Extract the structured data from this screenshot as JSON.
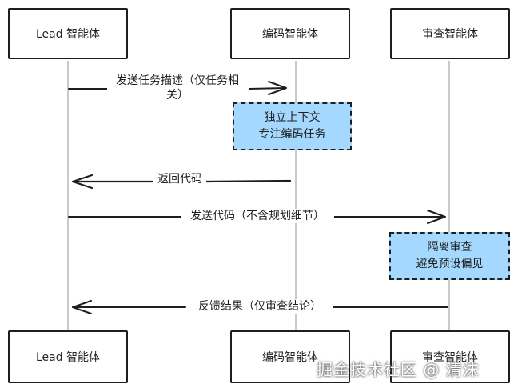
{
  "participants": {
    "lead": "Lead 智能体",
    "coder": "编码智能体",
    "reviewer": "审查智能体"
  },
  "messages": {
    "m1_line1": "发送任务描述（仅任务相",
    "m1_line2": "关）",
    "m2": "返回代码",
    "m3": "发送代码（不含规划细节）",
    "m4": "反馈结果（仅审查结论）"
  },
  "notes": {
    "coder_line1": "独立上下文",
    "coder_line2": "专注编码任务",
    "reviewer_line1": "隔离审查",
    "reviewer_line2": "避免预设偏见"
  },
  "colors": {
    "note_fill": "#a5d8ff",
    "stroke": "#1e1e1e",
    "lifeline": "#c9c9c9"
  },
  "watermark": "掘金技术社区 @ 清沫"
}
